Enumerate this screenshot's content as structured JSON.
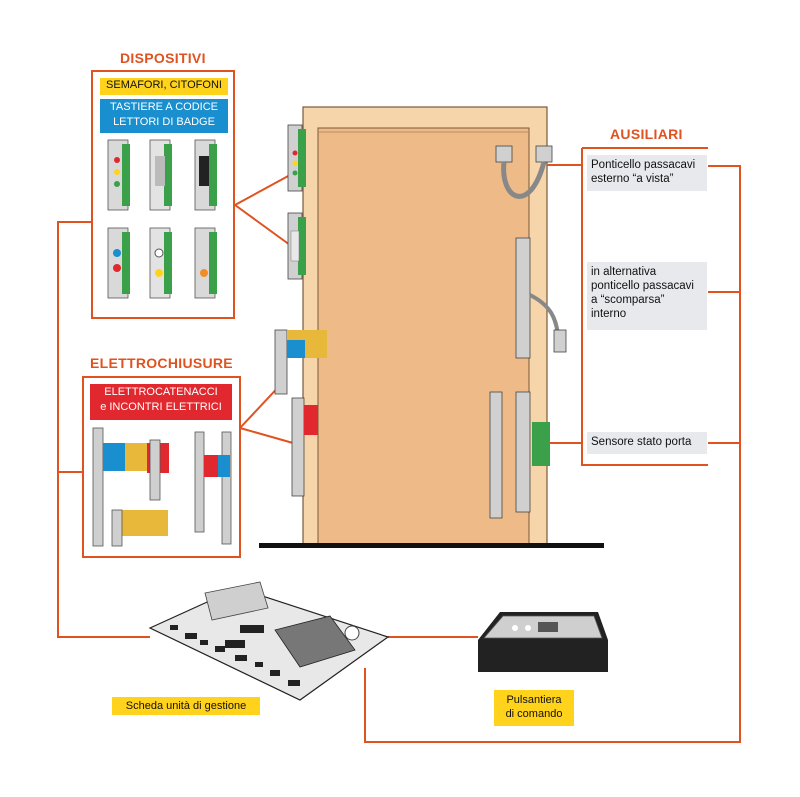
{
  "sections": {
    "dispositivi": "DISPOSITIVI",
    "elettrochiusure": "ELETTROCHIUSURE",
    "ausiliari": "AUSILIARI"
  },
  "tags": {
    "semafori": "SEMAFORI, CITOFONI",
    "tastiere_line1": "TASTIERE A CODICE",
    "tastiere_line2": "LETTORI DI BADGE",
    "elettro_line1": "ELETTROCATENACCI",
    "elettro_line2": "e INCONTRI ELETTRICI"
  },
  "auxiliary_items": [
    {
      "line1": "Ponticello passacavi",
      "line2": "esterno “a vista”"
    },
    {
      "line1": "in alternativa",
      "line2": "ponticello passacavi",
      "line3": "a “scomparsa”",
      "line4": "interno"
    },
    {
      "line1": "Sensore stato porta"
    }
  ],
  "bottom_labels": {
    "scheda": "Scheda unità di gestione",
    "pulsantiera_line1": "Pulsantiera",
    "pulsantiera_line2": "di comando"
  },
  "colors": {
    "accent_orange": "#e0521f",
    "door_panel": "#eebb88",
    "door_frame": "#f6d5ab",
    "tag_yellow": "#ffd21c",
    "tag_blue": "#1a8fcf",
    "tag_red": "#e0282e",
    "aux_box_grey": "#e7e9ec"
  }
}
